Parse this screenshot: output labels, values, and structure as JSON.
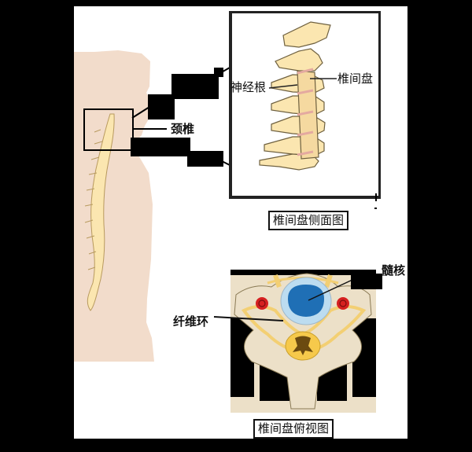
{
  "figure": {
    "labels": {
      "cervical": "颈椎",
      "nerve_root": "神经根",
      "disc": "椎间盘",
      "nucleus": "髓核",
      "annulus": "纤维环"
    },
    "captions": {
      "side_view": "椎间盘侧面图",
      "top_view": "椎间盘俯视图"
    },
    "colors": {
      "background": "#000000",
      "panel": "#ffffff",
      "skin": "#f2dccb",
      "bone": "#fbe6b0",
      "bone_outline": "#8a7a55",
      "vertebra_body": "#ece0c8",
      "nucleus": "#1f6fb5",
      "annulus": "#bcdcf0",
      "artery": "#d62020",
      "nerve": "#f3cf73",
      "cord_gray": "#6b4a10"
    }
  }
}
